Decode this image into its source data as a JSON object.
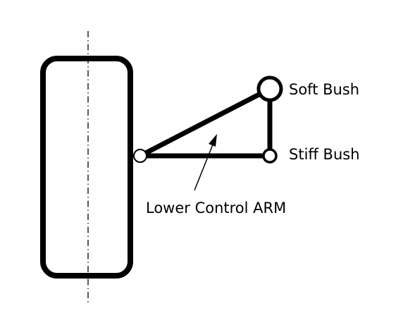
{
  "diagram": {
    "labels": {
      "soft_bush": "Soft Bush",
      "stiff_bush": "Stiff Bush",
      "lower_control_arm": "Lower Control ARM"
    },
    "colors": {
      "stroke": "#000000",
      "background": "#ffffff"
    }
  }
}
